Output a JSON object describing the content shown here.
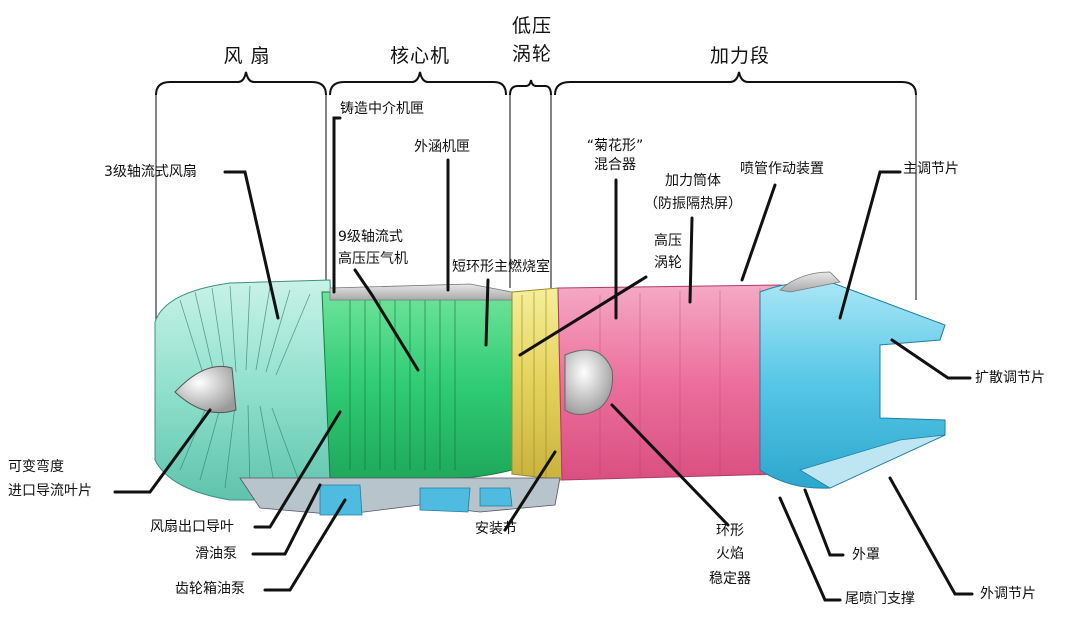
{
  "sections": {
    "fan": "风  扇",
    "core": "核心机",
    "lpt": [
      "低压",
      "涡轮"
    ],
    "afterburner": "加力段"
  },
  "labels": {
    "cast_frame": "铸造中介机匣",
    "fan3": "3级轴流式风扇",
    "bypass_case": "外涵机匣",
    "daisy_mixer": [
      "“菊花形”",
      "混合器"
    ],
    "ab_liner": [
      "加力筒体",
      "（防振隔热屏）"
    ],
    "nozzle_actuator": "喷管作动装置",
    "primary_flap": "主调节片",
    "hpc9": [
      "9级轴流式",
      "高压压气机"
    ],
    "combustor": "短环形主燃烧室",
    "hpt": [
      "高压",
      "涡轮"
    ],
    "diverging_flap": "扩散调节片",
    "vigv": [
      "可变弯度",
      "进口导流叶片"
    ],
    "fan_ogv": "风扇出口导叶",
    "oil_pump": "滑油泵",
    "gearbox_pump": "齿轮箱油泵",
    "mount": "安装节",
    "flameholder": [
      "环形",
      "火焰",
      "稳定器"
    ],
    "shroud": "外罩",
    "nozzle_support": "尾喷门支撑",
    "outer_flap": "外调节片"
  }
}
